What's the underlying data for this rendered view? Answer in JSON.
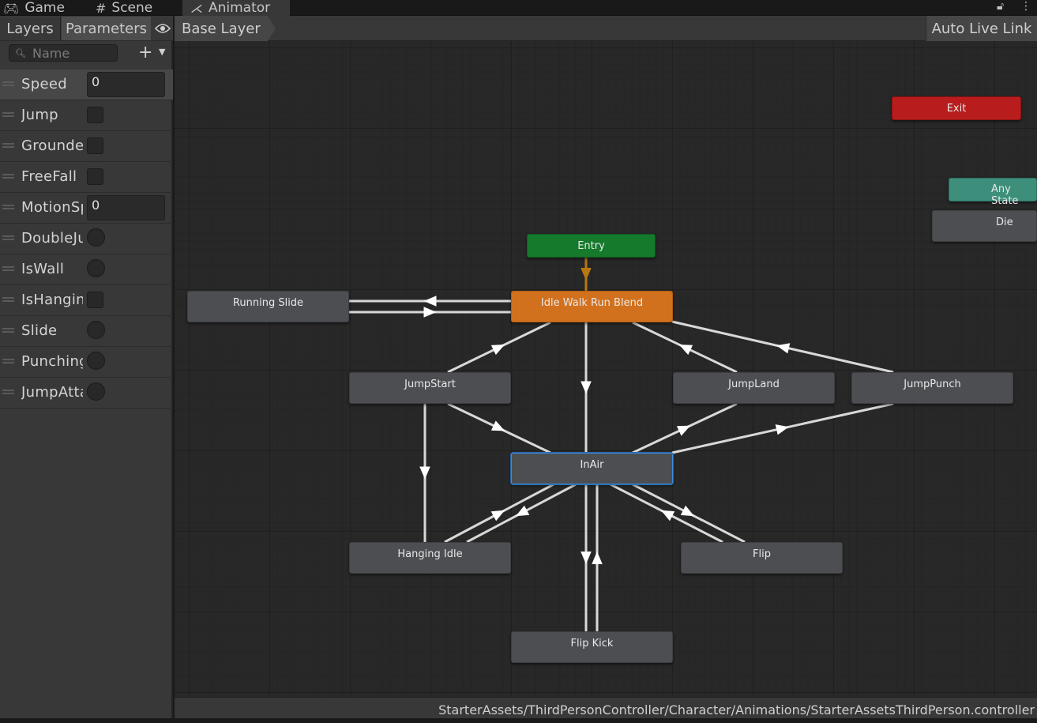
{
  "tabs": {
    "game": {
      "label": "Game",
      "icon": "gamepad-icon"
    },
    "scene": {
      "label": "Scene",
      "icon": "grid-icon"
    },
    "animator": {
      "label": "Animator",
      "icon": "animator-icon",
      "active": true
    }
  },
  "panel": {
    "layers_tab": "Layers",
    "parameters_tab": "Parameters",
    "search_placeholder": "Name",
    "parameters": [
      {
        "name": "Speed",
        "type": "float",
        "value": "0",
        "selected": true
      },
      {
        "name": "Jump",
        "type": "bool",
        "value": false
      },
      {
        "name": "Grounded",
        "type": "bool",
        "value": false
      },
      {
        "name": "FreeFall",
        "type": "bool",
        "value": false
      },
      {
        "name": "MotionSpeed",
        "type": "float",
        "value": "0"
      },
      {
        "name": "DoubleJump",
        "type": "trigger",
        "value": false
      },
      {
        "name": "IsWall",
        "type": "trigger",
        "value": false
      },
      {
        "name": "IsHanging",
        "type": "bool",
        "value": false
      },
      {
        "name": "Slide",
        "type": "trigger",
        "value": false
      },
      {
        "name": "Punching",
        "type": "trigger",
        "value": false
      },
      {
        "name": "JumpAttack",
        "type": "trigger",
        "value": false
      }
    ]
  },
  "graph": {
    "breadcrumb": "Base Layer",
    "auto_live_link": "Auto Live Link",
    "colors": {
      "default_state": "#d2711d",
      "entry": "#157a2c",
      "exit": "#b91c1c",
      "any_state": "#3d8f7c",
      "state": "#4c4e52",
      "transition": "#d8d8d8",
      "entry_transition": "#b8770f",
      "selection": "#3c8be0"
    },
    "nodes": {
      "entry": "Entry",
      "exit": "Exit",
      "any_state": "Any State",
      "die": "Die",
      "idle_walk_run": "Idle Walk Run Blend",
      "running_slide": "Running Slide",
      "jump_start": "JumpStart",
      "jump_land": "JumpLand",
      "jump_punch": "JumpPunch",
      "in_air": "InAir",
      "hanging_idle": "Hanging Idle",
      "flip": "Flip",
      "flip_kick": "Flip Kick"
    }
  },
  "status": {
    "path": "StarterAssets/ThirdPersonController/Character/Animations/StarterAssetsThirdPerson.controller"
  }
}
